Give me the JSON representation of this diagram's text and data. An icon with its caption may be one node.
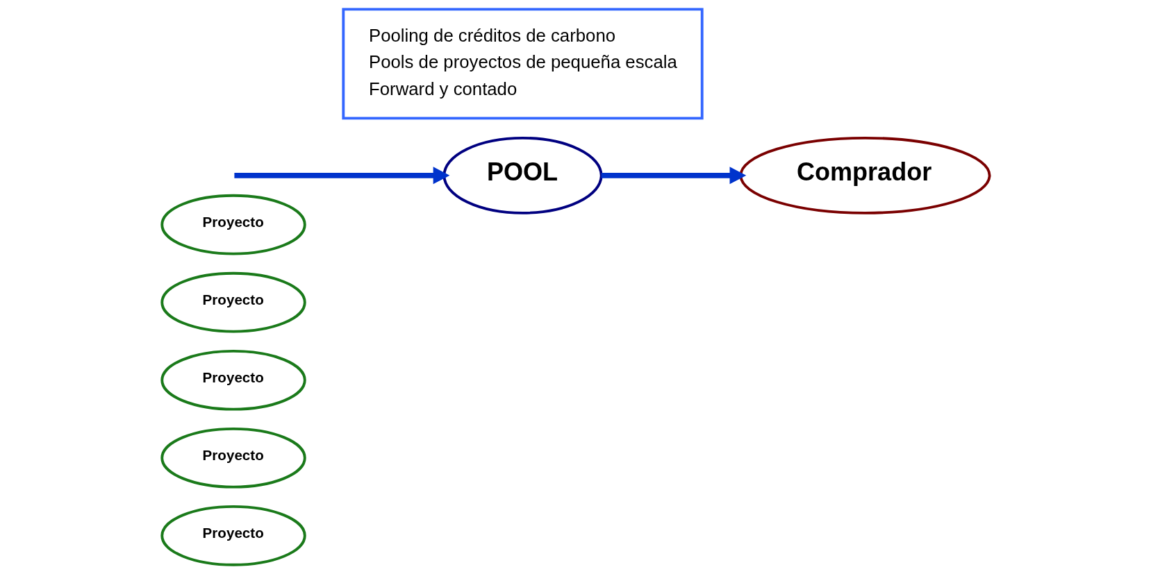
{
  "diagram": {
    "nodes": [
      {
        "text": [
          "Proyecto"
        ]
      },
      {
        "text": [
          "Proyecto"
        ]
      },
      {
        "text": [
          "Proyecto"
        ]
      },
      {
        "text": [
          "Proyecto"
        ]
      },
      {
        "text": [
          "Proyecto"
        ]
      },
      {
        "text": [
          "POOL"
        ]
      },
      {
        "text": [
          "Comprador"
        ]
      },
      {
        "text": [
          "Pooling de créditos de carbono",
          "Pools de proyectos de pequeña escala",
          "Forward y contado"
        ]
      }
    ],
    "edges": [
      {
        "from": null,
        "to": 5,
        "arrow": "to"
      },
      {
        "from": 5,
        "to": 6,
        "arrow": "to"
      }
    ]
  }
}
